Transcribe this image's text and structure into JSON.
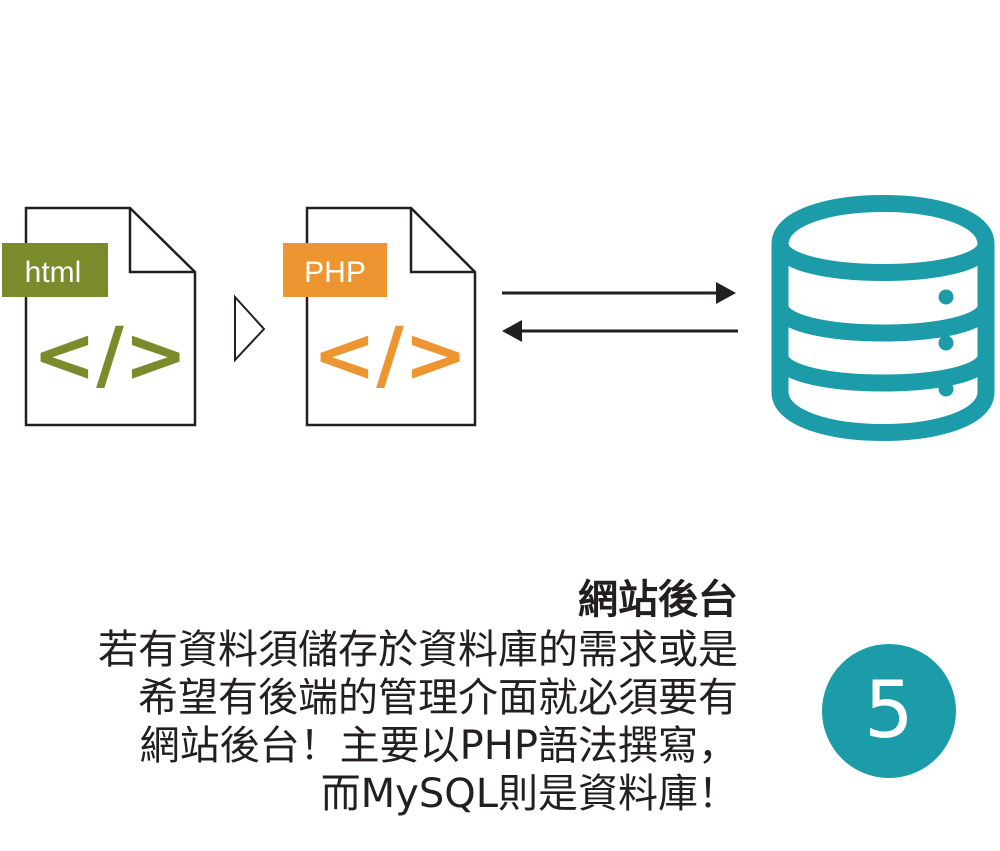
{
  "files": {
    "html": {
      "label": "html",
      "code_glyph": "</>",
      "color": "#7a8b2b"
    },
    "php": {
      "label": "PHP",
      "code_glyph": "</>",
      "color": "#ec9531"
    }
  },
  "database": {
    "icon": "database-icon",
    "color": "#1b9ca8"
  },
  "caption": {
    "title": "網站後台",
    "lines": [
      "若有資料須儲存於資料庫的需求或是",
      "希望有後端的管理介面就必須要有",
      "網站後台！主要以PHP語法撰寫，",
      "而MySQL則是資料庫！"
    ]
  },
  "step": {
    "number": "5",
    "color": "#1b9ca8"
  }
}
